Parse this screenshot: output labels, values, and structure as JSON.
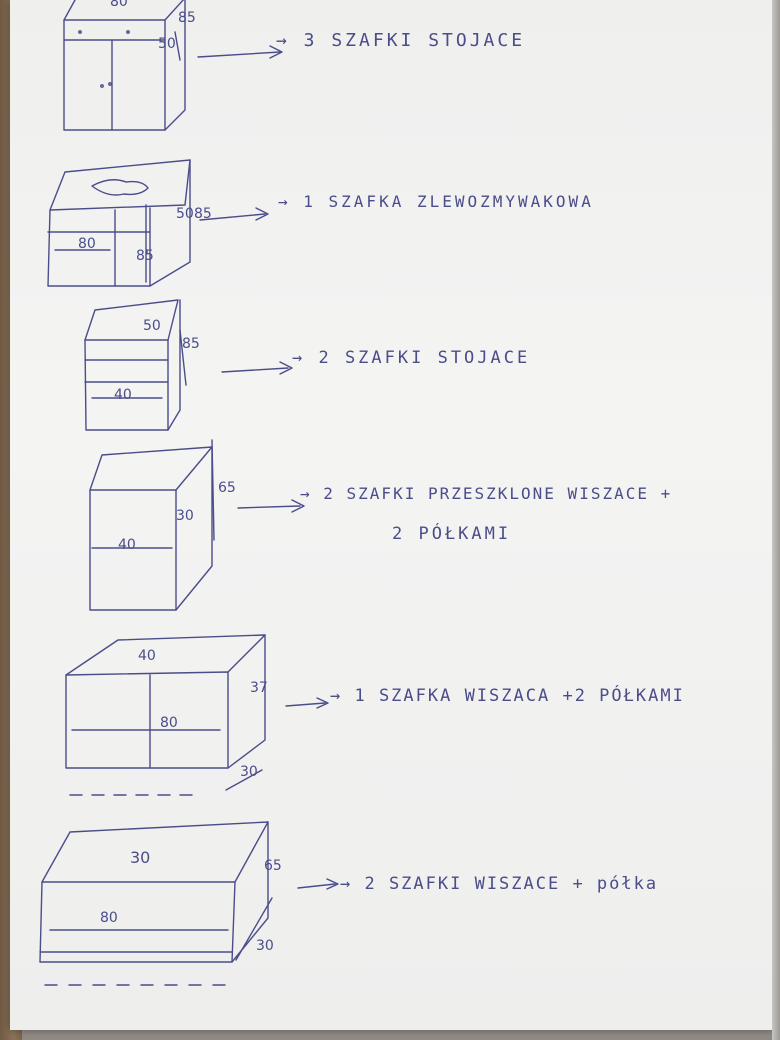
{
  "sketches": [
    {
      "dims": {
        "width": "80",
        "height": "85",
        "depth": "50"
      },
      "note": "→ 3 SZAFKI STOJACE"
    },
    {
      "dims": {
        "width": "80",
        "height": "85",
        "depth": "50",
        "inner": "85"
      },
      "note": "→ 1 SZAFKA ZLEWOZMYWAKOWA"
    },
    {
      "dims": {
        "width": "40",
        "height": "85",
        "depth": "50"
      },
      "note": "→ 2 SZAFKI STOJACE"
    },
    {
      "dims": {
        "width": "40",
        "height": "65",
        "depth": "30"
      },
      "note": "→ 2 SZAFKI PRZESZKLONE WISZACE +",
      "note2": "2 PÓŁKAMI"
    },
    {
      "dims": {
        "width": "80",
        "height": "37",
        "depth": "40",
        "depth2": "30"
      },
      "note": "→ 1 SZAFKA WISZACA +2 PÓŁKAMI"
    },
    {
      "dims": {
        "width": "80",
        "height": "65",
        "depth": "30",
        "depth2": "30"
      },
      "note": "→ 2 SZAFKI WISZACE + półka"
    }
  ],
  "colors": {
    "ink": "#4a4d8a",
    "paper": "#f1f1f0"
  }
}
